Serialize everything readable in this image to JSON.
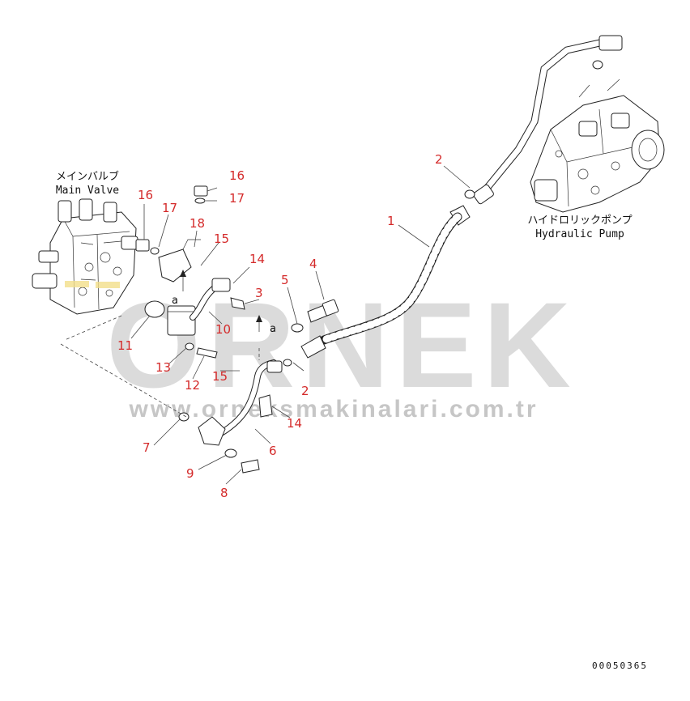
{
  "colors": {
    "callout": "#d42a2a",
    "linework": "#222222",
    "watermark": "#c9c9c9",
    "highlight": "#f2df8a"
  },
  "watermark": {
    "brand": "ORNEK",
    "url": "www.orneksmakinalari.com.tr"
  },
  "labels": {
    "main_valve_jp": "メインバルブ",
    "main_valve_en": "Main Valve",
    "pump_jp": "ハイドロリックポンプ",
    "pump_en": "Hydraulic Pump",
    "flow_mark_1": "a",
    "flow_mark_2": "a",
    "drawing_number": "00050365"
  },
  "callouts": [
    {
      "id": "c1",
      "text": "1"
    },
    {
      "id": "c2a",
      "text": "2"
    },
    {
      "id": "c2b",
      "text": "2"
    },
    {
      "id": "c3",
      "text": "3"
    },
    {
      "id": "c4",
      "text": "4"
    },
    {
      "id": "c5",
      "text": "5"
    },
    {
      "id": "c6",
      "text": "6"
    },
    {
      "id": "c7",
      "text": "7"
    },
    {
      "id": "c8",
      "text": "8"
    },
    {
      "id": "c9",
      "text": "9"
    },
    {
      "id": "c10",
      "text": "10"
    },
    {
      "id": "c11",
      "text": "11"
    },
    {
      "id": "c12",
      "text": "12"
    },
    {
      "id": "c13",
      "text": "13"
    },
    {
      "id": "c14a",
      "text": "14"
    },
    {
      "id": "c14b",
      "text": "14"
    },
    {
      "id": "c15a",
      "text": "15"
    },
    {
      "id": "c15b",
      "text": "15"
    },
    {
      "id": "c16a",
      "text": "16"
    },
    {
      "id": "c16b",
      "text": "16"
    },
    {
      "id": "c17a",
      "text": "17"
    },
    {
      "id": "c17b",
      "text": "17"
    },
    {
      "id": "c18",
      "text": "18"
    }
  ]
}
